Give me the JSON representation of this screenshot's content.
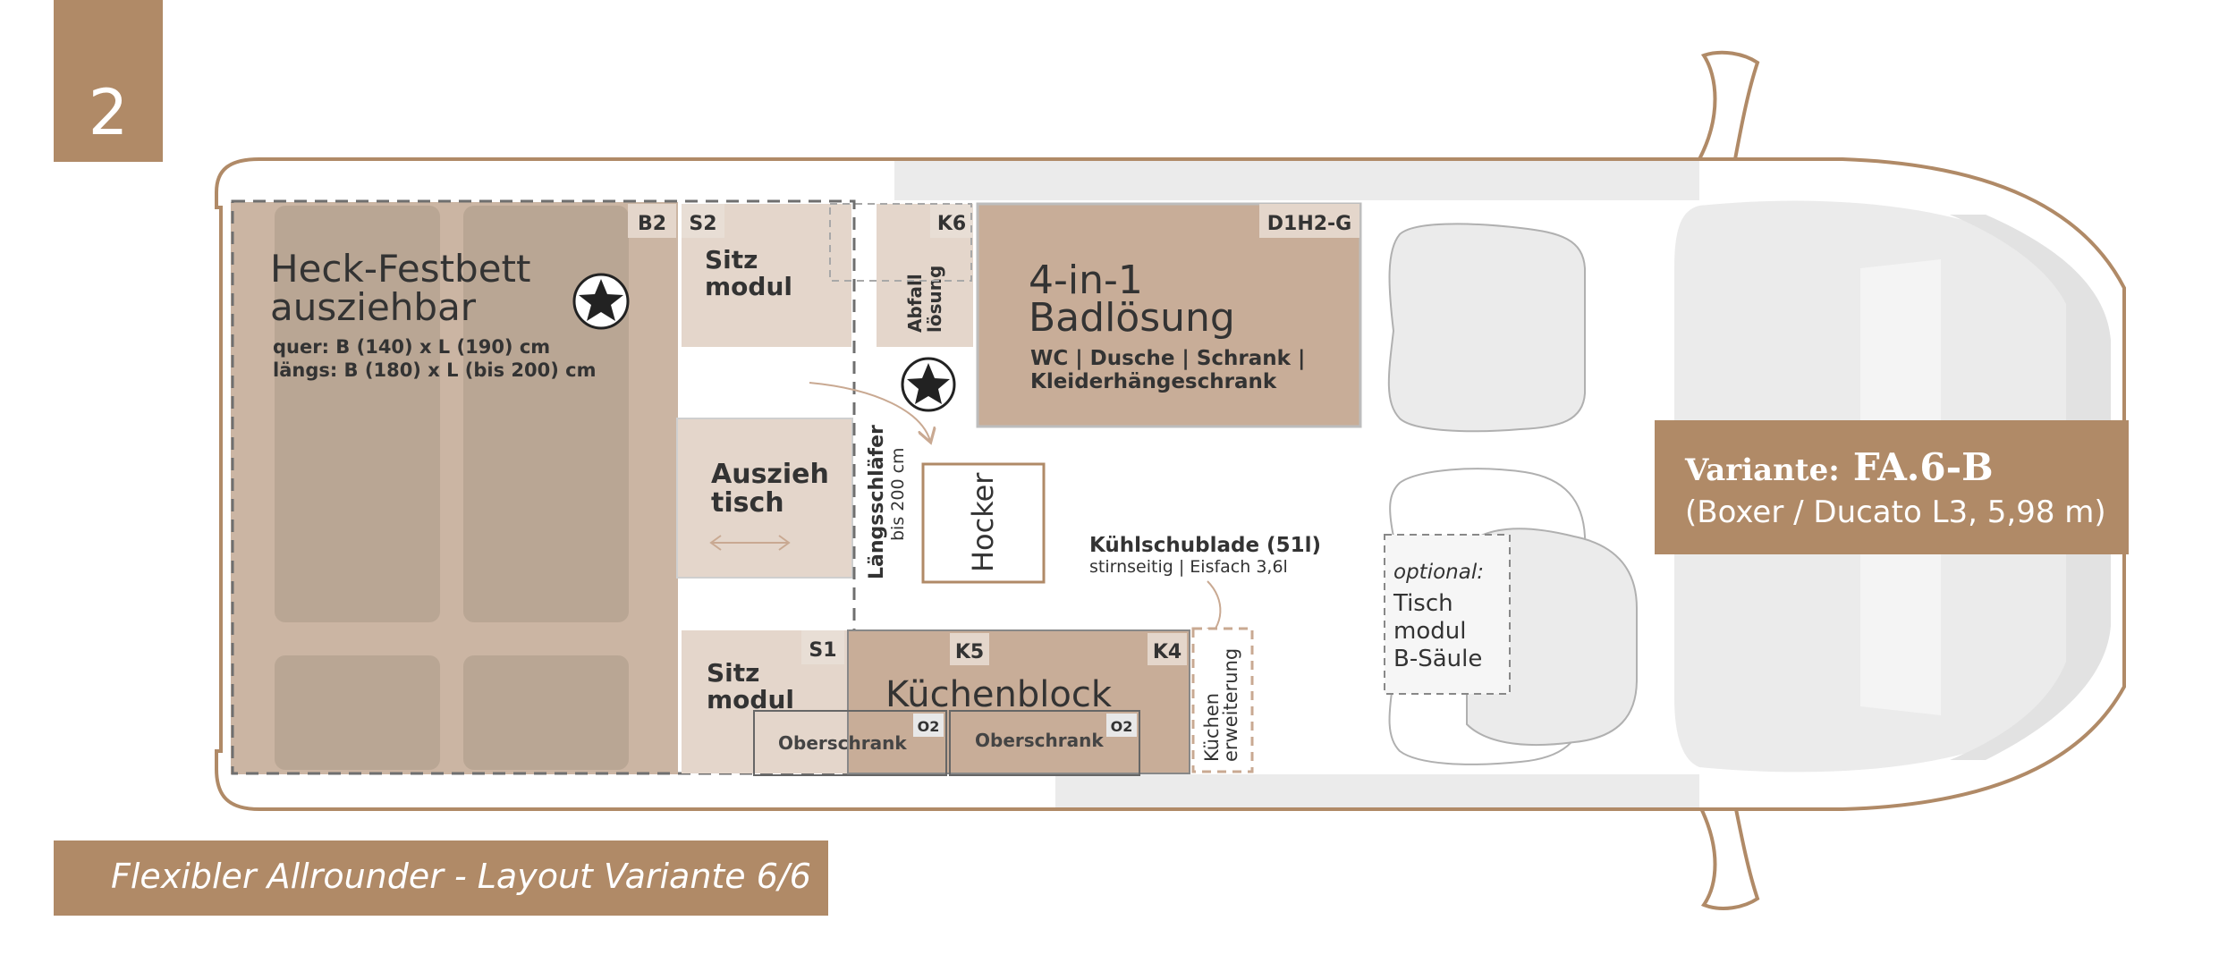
{
  "page_number": "2",
  "footer": {
    "caption": "Flexibler Allrounder - Layout Variante 6/6"
  },
  "variant": {
    "prefix": "Variante:",
    "code": "FA.6-B",
    "detail": "(Boxer / Ducato L3, 5,98 m)"
  },
  "modules": {
    "bed": {
      "tag": "B2",
      "title_line1": "Heck-Festbett",
      "title_line2": "ausziehbar",
      "spec_line1": "quer: B (140) x L (190) cm",
      "spec_line2": "längs: B (180) x L (bis 200) cm"
    },
    "seat_top": {
      "tag": "S2",
      "line1": "Sitz",
      "line2": "modul"
    },
    "waste": {
      "tag": "K6",
      "line1": "Abfall",
      "line2": "lösung"
    },
    "bath": {
      "tag": "D1H2-G",
      "title_line1": "4-in-1",
      "title_line2": "Badlösung",
      "detail_line1": "WC | Dusche | Schrank |",
      "detail_line2": "Kleiderhängeschrank"
    },
    "table": {
      "line1": "Auszieh",
      "line2": "tisch"
    },
    "sleeper": {
      "line1": "Längsschläfer",
      "line2": "bis 200 cm"
    },
    "stool": {
      "label": "Hocker"
    },
    "fridge": {
      "title": "Kühlschublade (51l)",
      "detail": "stirnseitig | Eisfach 3,6l"
    },
    "seat_bottom": {
      "tag": "S1",
      "line1": "Sitz",
      "line2": "modul"
    },
    "kitchen": {
      "tag_left": "K5",
      "tag_right": "K4",
      "title": "Küchenblock",
      "cabinet_left": {
        "label": "Oberschrank",
        "tag": "O2"
      },
      "cabinet_right": {
        "label": "Oberschrank",
        "tag": "O2"
      }
    },
    "kitchen_ext": {
      "line1": "Küchen",
      "line2": "erweiterung"
    },
    "optional_table": {
      "note": "optional:",
      "line1": "Tisch",
      "line2": "modul",
      "line3": "B-Säule"
    }
  },
  "colors": {
    "brand_brown": "#b08a67",
    "bed_fill": "#cbb5a3",
    "bed_cushion": "#b9a694",
    "bath_fill": "#c8ad98",
    "module_light": "#e4d6cb",
    "cab_gray": "#ebebeb",
    "text_dark": "#333333"
  }
}
